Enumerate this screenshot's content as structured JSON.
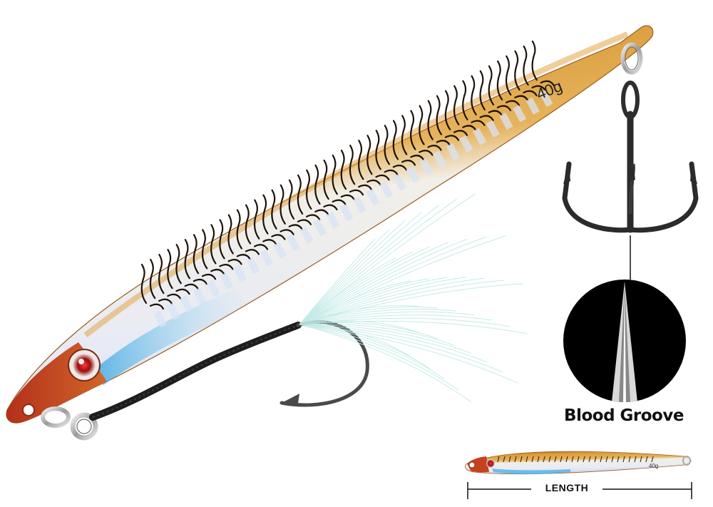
{
  "product": {
    "weight_label": "40g",
    "detail_label": "Blood Groove",
    "dimension_label": "LENGTH"
  },
  "colors": {
    "body_top": "#c8862a",
    "body_belly": "#e9edf6",
    "head": "#c8401f",
    "fin_blue": "#4fb3e8",
    "hook": "#2b2b2b"
  }
}
